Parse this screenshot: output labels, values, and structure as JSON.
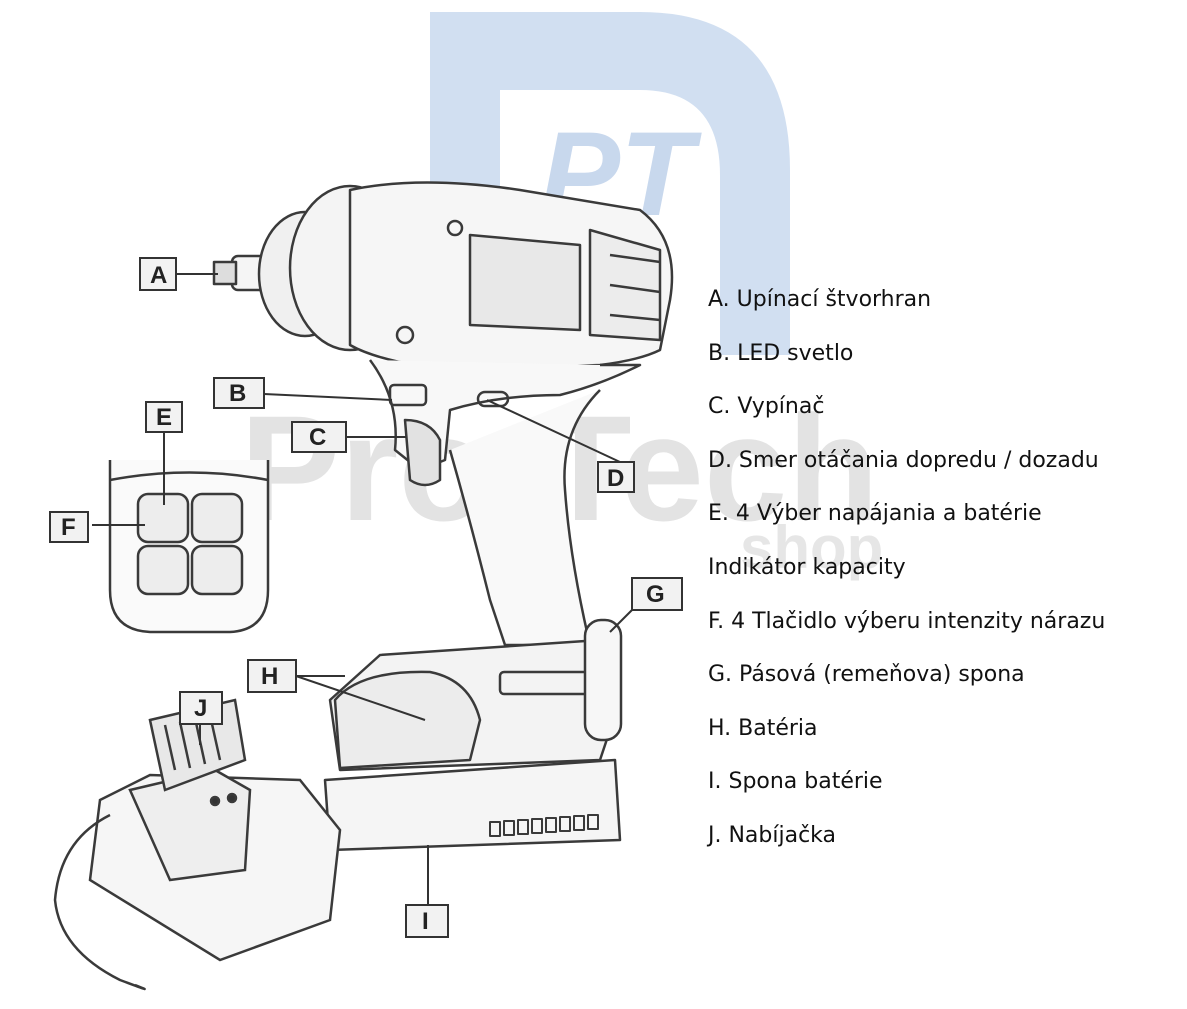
{
  "watermark": {
    "logo": "PT",
    "brand": "Pro-Tech",
    "sub": "shop"
  },
  "callouts": [
    "A",
    "B",
    "C",
    "D",
    "E",
    "F",
    "G",
    "H",
    "I",
    "J"
  ],
  "legend": [
    "A. Upínací štvorhran",
    "B. LED svetlo",
    "C. Vypínač",
    "D. Smer otáčania dopredu / dozadu",
    "E. 4 Výber napájania a batérie",
    "Indikátor kapacity",
    "F. 4 Tlačidlo výberu intenzity nárazu",
    "G. Pásová (remeňova) spona",
    "H. Batéria",
    "I. Spona batérie",
    "J. Nabíjačka"
  ]
}
